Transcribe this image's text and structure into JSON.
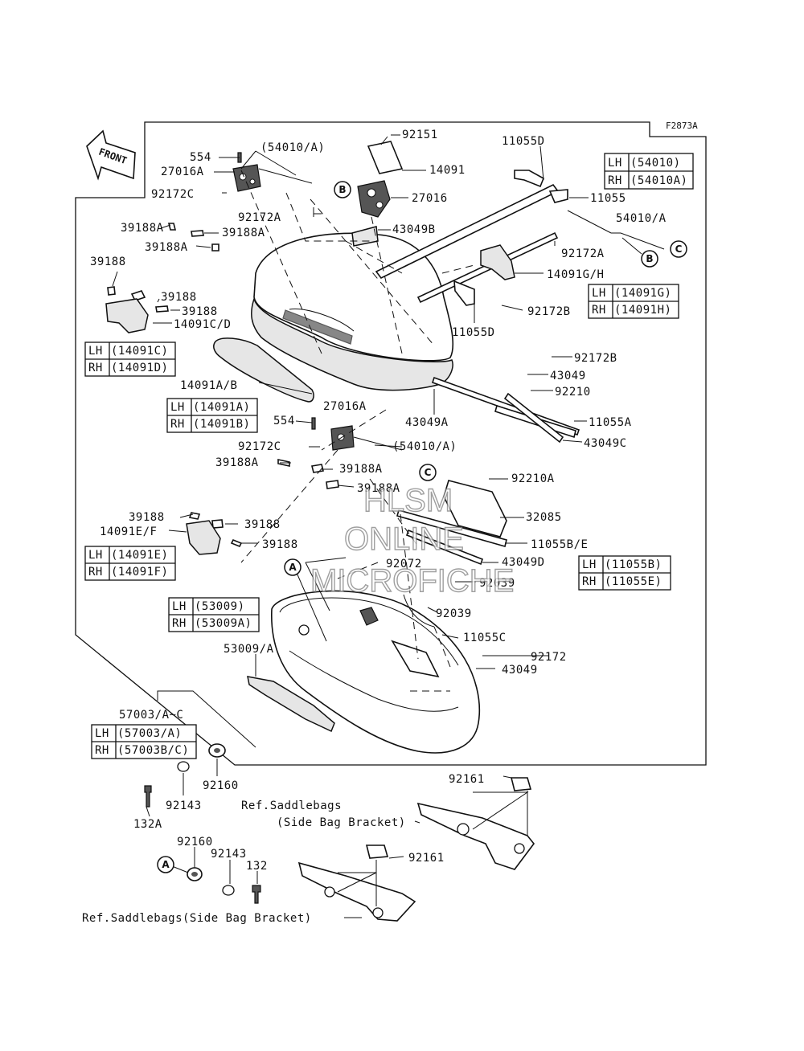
{
  "figure_code": "F2873A",
  "front_label": "FRONT",
  "callouts": [
    "A",
    "B",
    "C"
  ],
  "watermark": [
    "HLSM",
    "ONLINE",
    "MICROFICHE"
  ],
  "labels": {
    "p92151": "92151",
    "p554_top": "554",
    "p54010A_top": "(54010/A)",
    "p27016A_top": "27016A",
    "p92172C_top": "92172C",
    "p14091": "14091",
    "p27016": "27016",
    "p92172A_left": "92172A",
    "p43049B": "43049B",
    "p39188A_1": "39188A",
    "p39188A_2": "39188A",
    "p39188A_3": "39188A",
    "p39188_1": "39188",
    "p39188_2": "39188",
    "p39188_3": "39188",
    "p14091CD": "14091C/D",
    "p11055D_top": "11055D",
    "p11055": "11055",
    "p54010A_right": "54010/A",
    "p92172A_right": "92172A",
    "p14091GH": "14091G/H",
    "p92172B_1": "92172B",
    "p11055D_mid": "11055D",
    "p92172B_2": "92172B",
    "p43049_1": "43049",
    "p92210": "92210",
    "p14091AB": "14091A/B",
    "p43049A": "43049A",
    "p11055A": "11055A",
    "p43049C": "43049C",
    "p27016A_mid": "27016A",
    "p554_mid": "554",
    "p92172C_mid": "92172C",
    "p54010A_mid": "(54010/A)",
    "p39188A_4": "39188A",
    "p39188A_5": "39188A",
    "p39188A_6": "39188A",
    "p92210A": "92210A",
    "p32085": "32085",
    "p39188_4": "39188",
    "p39188_5": "39188",
    "p14091EF": "14091E/F",
    "p39188_6": "39188",
    "p11055BE": "11055B/E",
    "p92072": "92072",
    "p43049D": "43049D",
    "p92039_1": "92039",
    "p92039_2": "92039",
    "p11055C": "11055C",
    "p92172": "92172",
    "p43049_2": "43049",
    "p53009A": "53009/A",
    "p57003": "57003/A~C",
    "p92160_1": "92160",
    "p92143_1": "92143",
    "p132A": "132A",
    "p92161_1": "92161",
    "p92160_2": "92160",
    "p92143_2": "92143",
    "p132": "132",
    "p92161_2": "92161"
  },
  "references": {
    "ref1_line1": "Ref.Saddlebags",
    "ref1_line2": "(Side Bag Bracket)",
    "ref2": "Ref.Saddlebags(Side Bag Bracket)"
  },
  "variant_tables": {
    "t54010": {
      "lh": "(54010)",
      "rh": "(54010A)"
    },
    "t14091GH": {
      "lh": "(14091G)",
      "rh": "(14091H)"
    },
    "t14091CD": {
      "lh": "(14091C)",
      "rh": "(14091D)"
    },
    "t14091AB": {
      "lh": "(14091A)",
      "rh": "(14091B)"
    },
    "t14091EF": {
      "lh": "(14091E)",
      "rh": "(14091F)"
    },
    "t11055BE": {
      "lh": "(11055B)",
      "rh": "(11055E)"
    },
    "t53009": {
      "lh": "(53009)",
      "rh": "(53009A)"
    },
    "t57003": {
      "lh": "(57003/A)",
      "rh": "(57003B/C)"
    }
  },
  "side_codes": {
    "lh": "LH",
    "rh": "RH"
  }
}
